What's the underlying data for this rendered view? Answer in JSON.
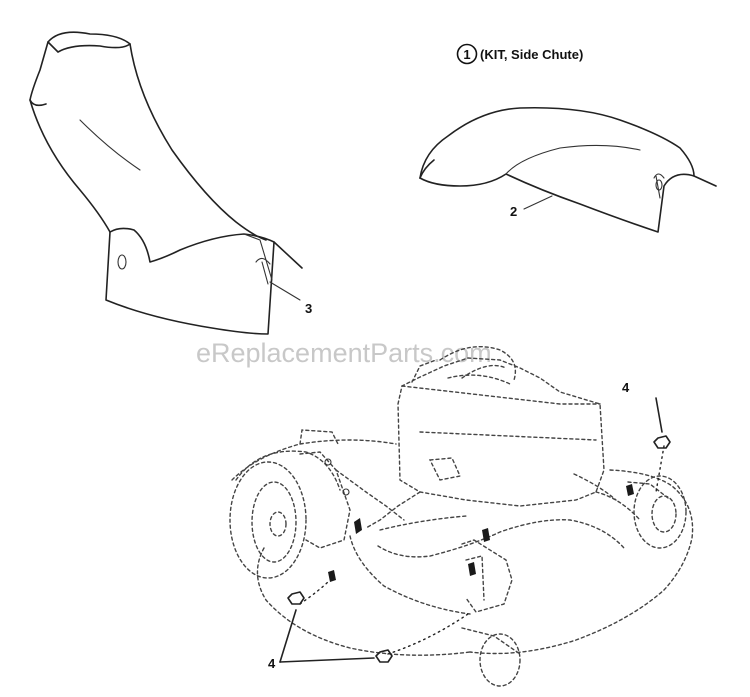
{
  "watermark": "eReplacementParts.com",
  "kit": {
    "number": "1",
    "label": "(KIT, Side Chute)"
  },
  "callouts": {
    "chute_large": "3",
    "chute_small": "2",
    "nut_right": "4",
    "nuts_left": "4"
  },
  "parts": [
    {
      "ref": "1",
      "name": "KIT, Side Chute"
    },
    {
      "ref": "2",
      "name": "side chute (small)"
    },
    {
      "ref": "3",
      "name": "side chute (large)"
    },
    {
      "ref": "4",
      "name": "nut"
    }
  ]
}
